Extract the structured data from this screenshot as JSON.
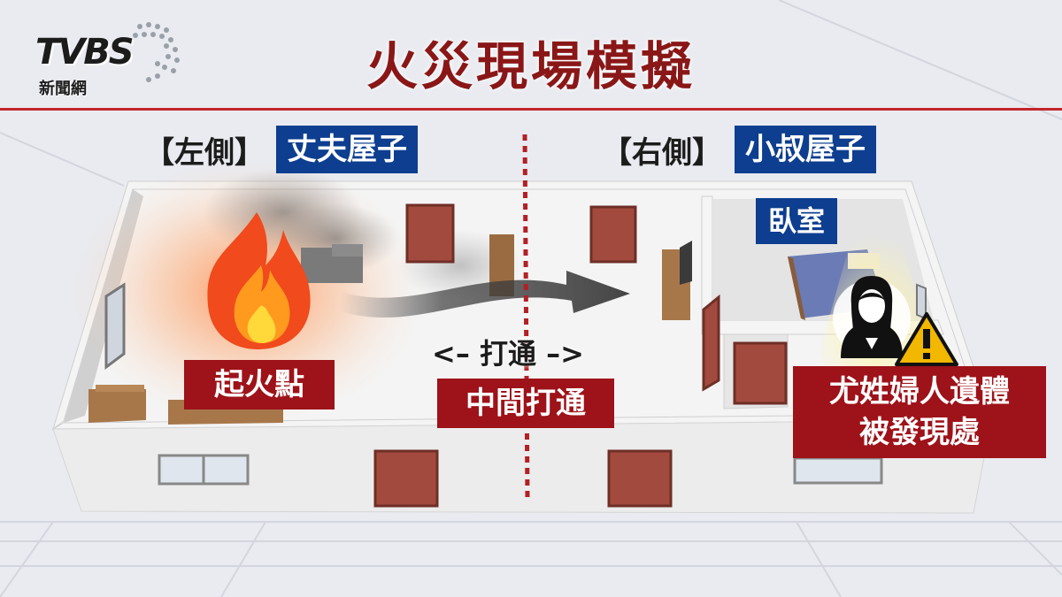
{
  "logo": {
    "brand": "TVBS",
    "subtitle": "新聞網"
  },
  "title": "火災現場模擬",
  "left_side": {
    "bracket": "【左側】",
    "tag": "丈夫屋子"
  },
  "right_side": {
    "bracket": "【右側】",
    "tag": "小叔屋子"
  },
  "bedroom_label": "臥室",
  "fire_label": "起火點",
  "through_label": "<– 打通 –>",
  "middle_label": "中間打通",
  "victim_label_line1": "尤姓婦人遺體",
  "victim_label_line2": "被發現處",
  "colors": {
    "title_red": "#8a1717",
    "tag_blue": "#0d3e8f",
    "tag_red": "#9e1219",
    "divider_red": "#b32025"
  },
  "icons": [
    "fire-icon",
    "woman-avatar-icon",
    "warning-icon",
    "arrow-right-icon"
  ]
}
